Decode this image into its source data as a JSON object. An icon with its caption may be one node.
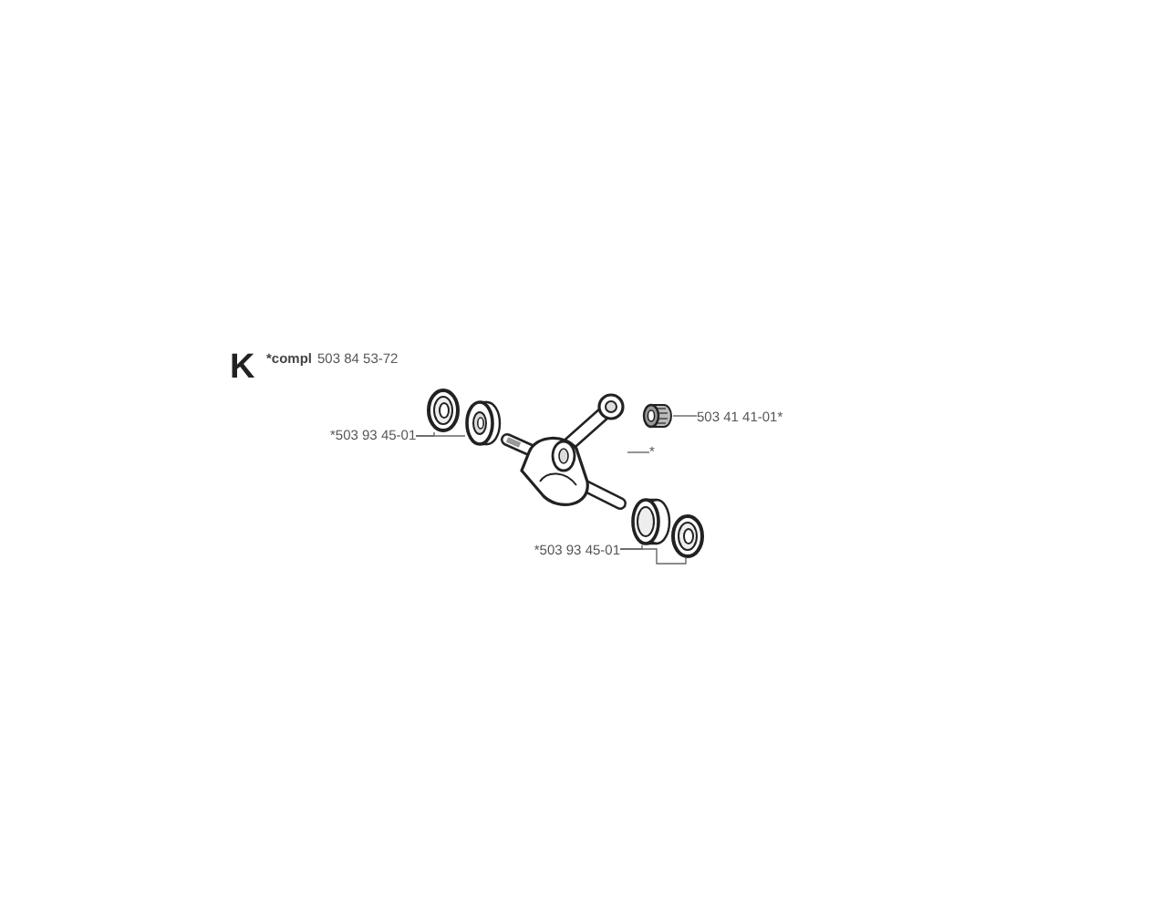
{
  "diagram": {
    "nodes": [
      {
        "text": [
          "*503 93 45-01"
        ]
      },
      {
        "text": [],
        "shape": "picture"
      },
      {
        "text": [],
        "shape": "picture"
      },
      {
        "text": [],
        "shape": "picture"
      },
      {
        "text": [],
        "shape": "cylinder"
      },
      {
        "text": [
          "503 41 41-01*"
        ]
      },
      {
        "text": [
          "*"
        ]
      },
      {
        "text": [],
        "shape": "picture"
      },
      {
        "text": [],
        "shape": "picture"
      },
      {
        "text": [
          "*503 93 45-01"
        ]
      }
    ],
    "edges": [
      {
        "from": 0,
        "to": 1,
        "arrow": "none"
      },
      {
        "from": 0,
        "to": 2,
        "arrow": "none"
      },
      {
        "from": 5,
        "to": 4,
        "arrow": "none"
      },
      {
        "from": 6,
        "to": 3,
        "arrow": "none"
      },
      {
        "from": 9,
        "to": 7,
        "arrow": "none"
      },
      {
        "from": 9,
        "to": 8,
        "arrow": "none"
      }
    ],
    "labels": [
      "K",
      "*compl",
      "503 84 53-72"
    ]
  }
}
